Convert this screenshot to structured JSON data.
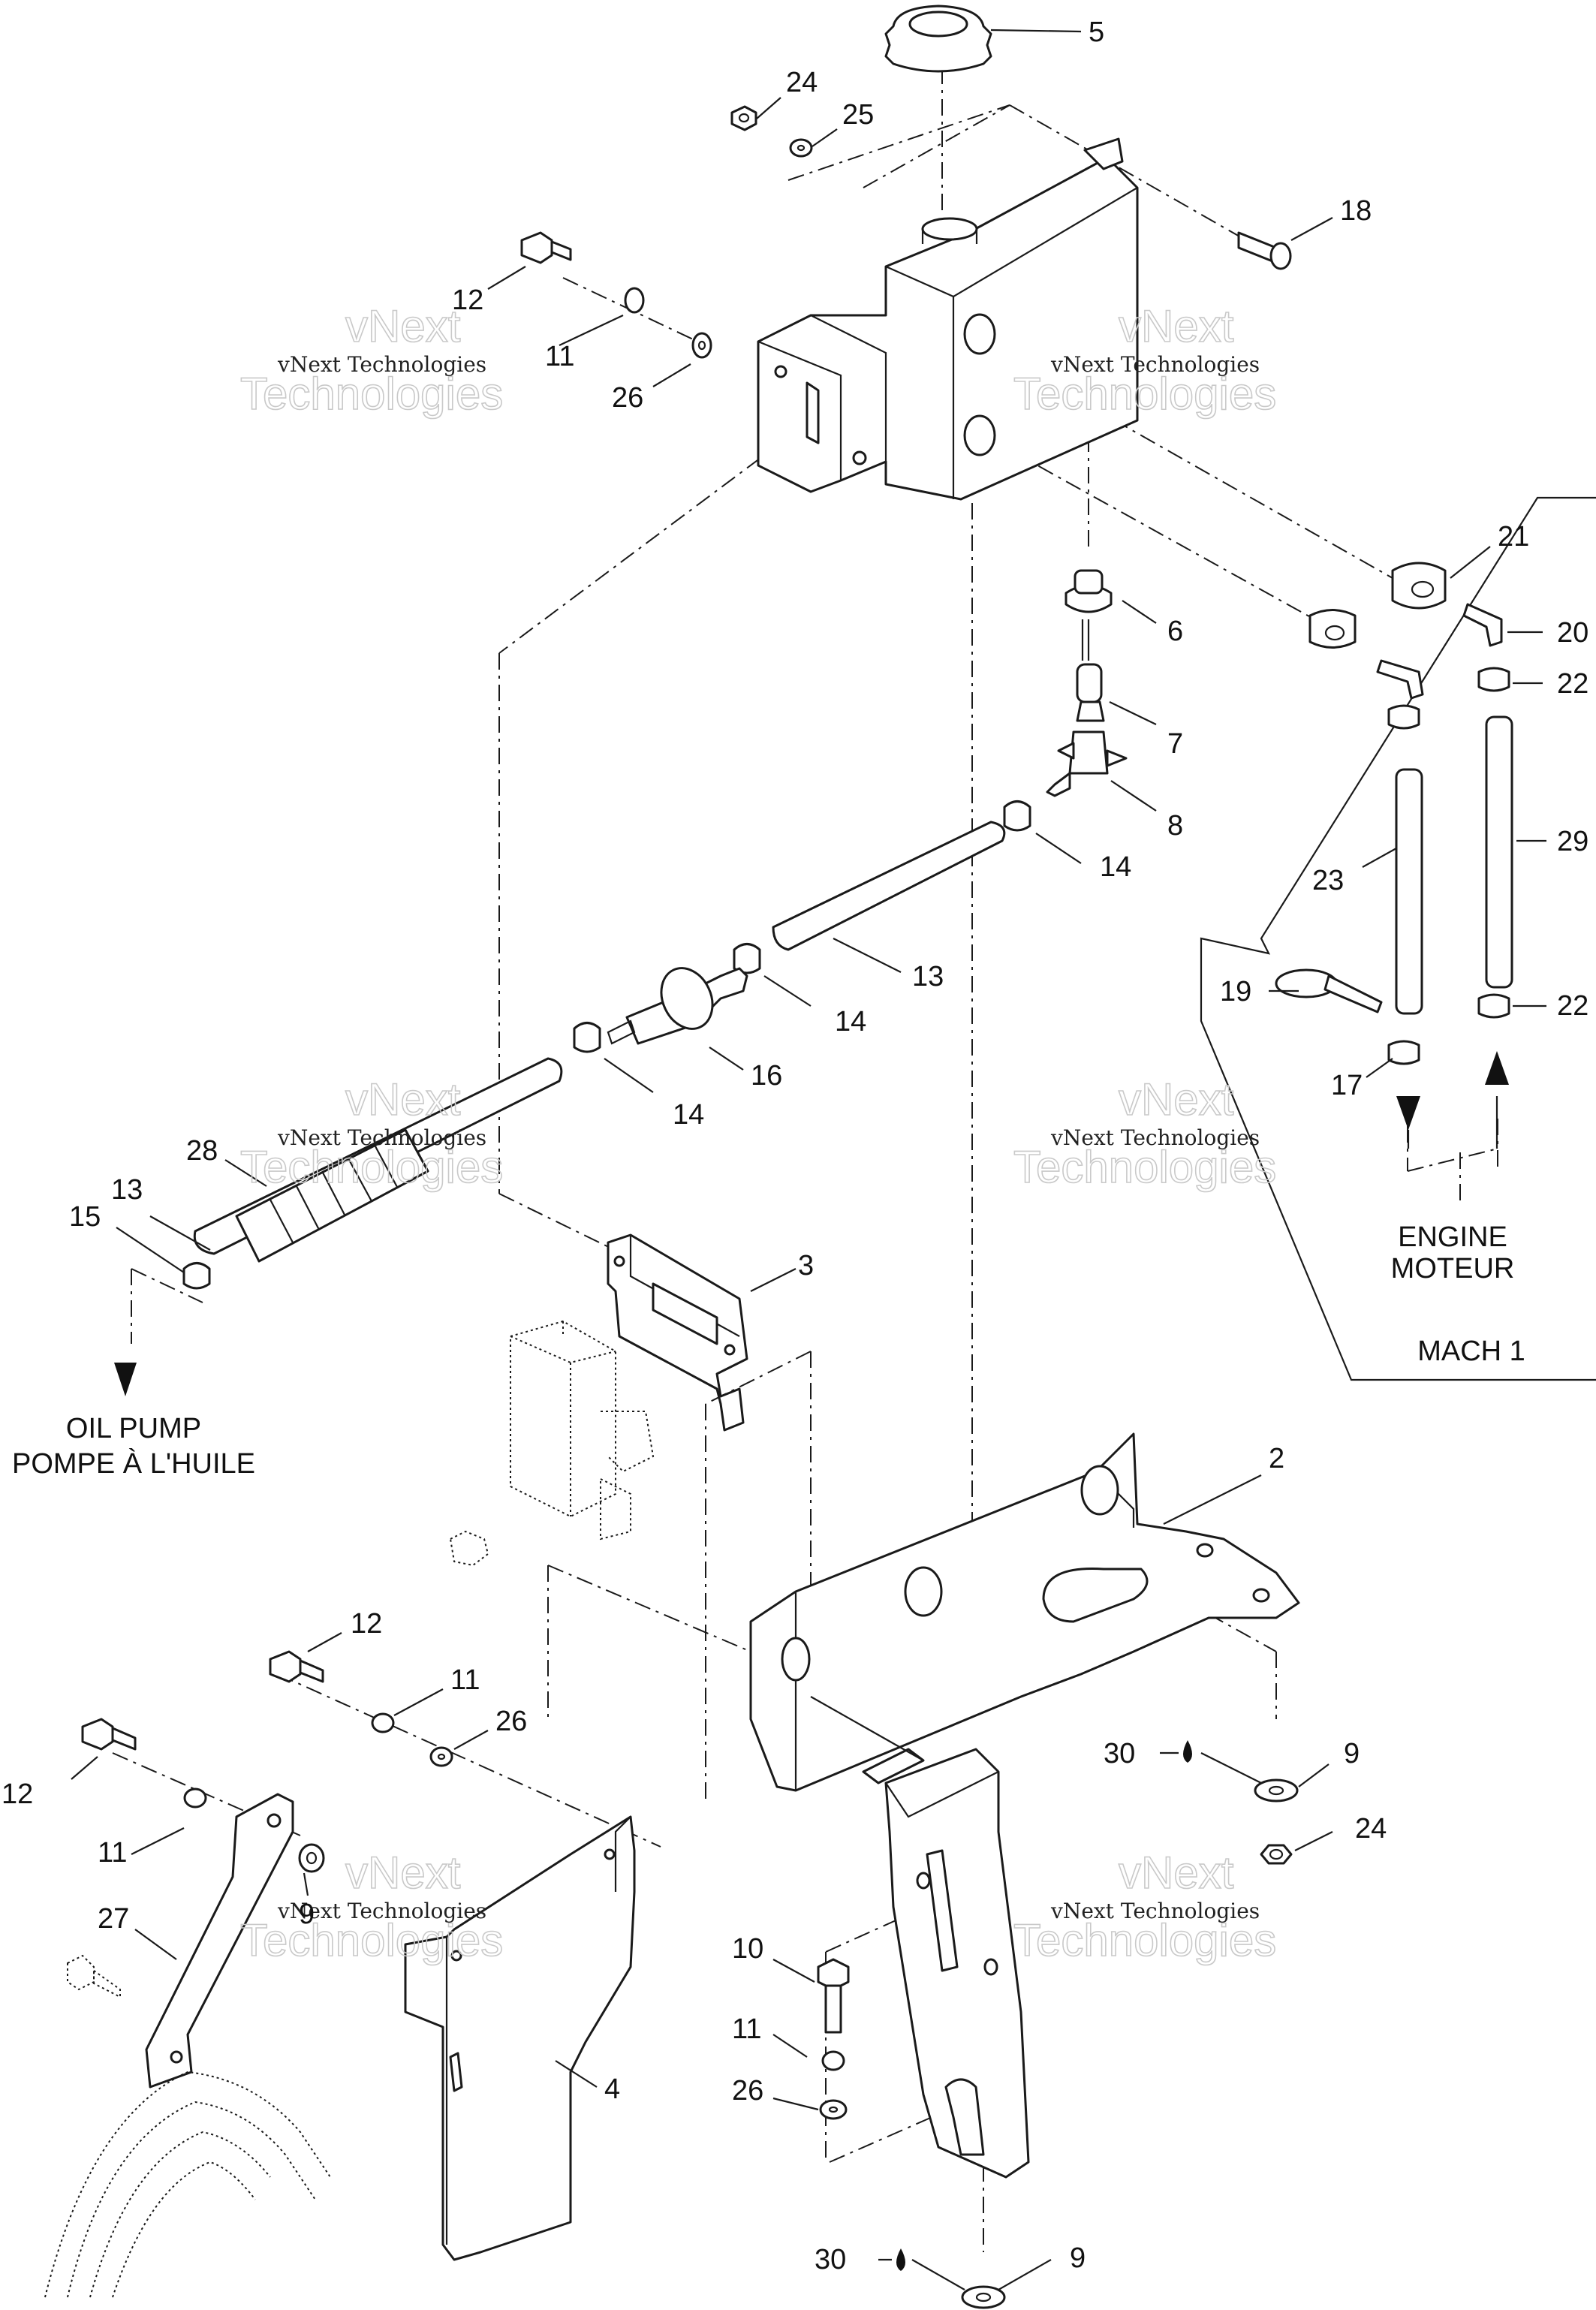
{
  "callouts": {
    "c5": "5",
    "c24a": "24",
    "c25": "25",
    "c18": "18",
    "c12a": "12",
    "c11a": "11",
    "c26a": "26",
    "c21": "21",
    "c20": "20",
    "c22a": "22",
    "c6": "6",
    "c7": "7",
    "c8": "8",
    "c14a": "14",
    "c29": "29",
    "c23": "23",
    "c13a": "13",
    "c14b": "14",
    "c19": "19",
    "c22b": "22",
    "c16": "16",
    "c14c": "14",
    "c17": "17",
    "c28": "28",
    "c13b": "13",
    "c15": "15",
    "c3": "3",
    "c2": "2",
    "c12b": "12",
    "c11b": "11",
    "c26b": "26",
    "c30a": "30",
    "c9a": "9",
    "c12c": "12",
    "c11c": "11",
    "c24b": "24",
    "c27": "27",
    "c9b": "9",
    "c10": "10",
    "c11d": "11",
    "c26c": "26",
    "c4": "4",
    "c30b": "30",
    "c9c": "9"
  },
  "labels": {
    "oil_pump_en": "OIL PUMP",
    "oil_pump_fr": "POMPE À L'HUILE",
    "engine_en": "ENGINE",
    "engine_fr": "MOTEUR",
    "variant": "MACH 1"
  },
  "watermark": {
    "line1": "vNext Technologies",
    "line2a": "vNext",
    "line2b": "Technologies"
  }
}
